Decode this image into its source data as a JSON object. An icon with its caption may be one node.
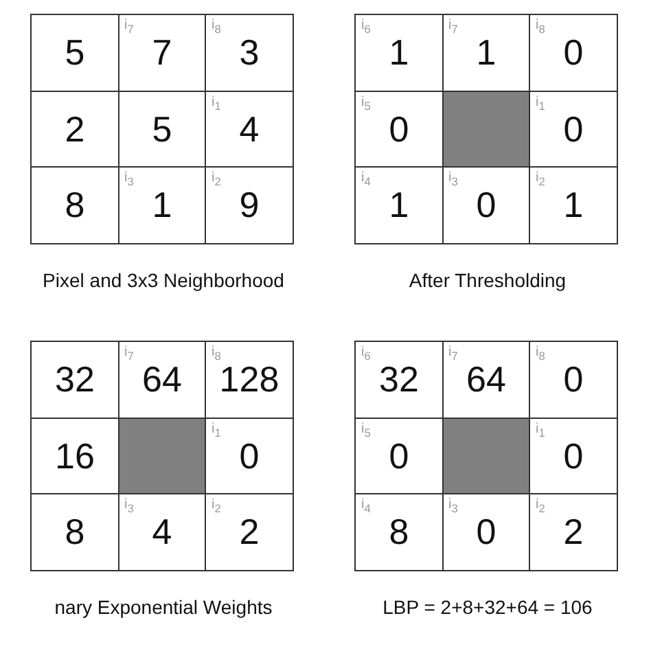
{
  "diagram": {
    "nodes": [
      {
        "text": [
          "5"
        ]
      },
      {
        "text": [
          "i$_{7}$",
          "7"
        ]
      },
      {
        "text": [
          "i$_{8}$",
          "3"
        ]
      },
      {
        "text": [
          "2"
        ]
      },
      {
        "text": [
          "5"
        ]
      },
      {
        "text": [
          "i$_{1}$",
          "4"
        ]
      },
      {
        "text": [
          "8"
        ]
      },
      {
        "text": [
          "i$_{3}$",
          "1"
        ]
      },
      {
        "text": [
          "i$_{2}$",
          "9"
        ]
      },
      {
        "text": [
          "i$_{6}$",
          "1"
        ]
      },
      {
        "text": [
          "i$_{7}$",
          "1"
        ]
      },
      {
        "text": [
          "i$_{8}$",
          "0"
        ]
      },
      {
        "text": [
          "i$_{5}$",
          "0"
        ]
      },
      {
        "text": [],
        "shape": "box"
      },
      {
        "text": [
          "i$_{1}$",
          "0"
        ]
      },
      {
        "text": [
          "i$_{4}$",
          "1"
        ]
      },
      {
        "text": [
          "i$_{3}$",
          "0"
        ]
      },
      {
        "text": [
          "i$_{2}$",
          "1"
        ]
      },
      {
        "text": [
          "32"
        ]
      },
      {
        "text": [
          "i$_{7}$",
          "64"
        ]
      },
      {
        "text": [
          "i$_{8}$",
          "128"
        ]
      },
      {
        "text": [
          "16"
        ]
      },
      {
        "text": [],
        "shape": "box"
      },
      {
        "text": [
          "i$_{1}$",
          "0"
        ]
      },
      {
        "text": [
          "8"
        ]
      },
      {
        "text": [
          "i$_{3}$",
          "4"
        ]
      },
      {
        "text": [
          "i$_{2}$",
          "2"
        ]
      },
      {
        "text": [
          "i$_{6}$",
          "32"
        ]
      },
      {
        "text": [
          "i$_{7}$",
          "64"
        ]
      },
      {
        "text": [
          "i$_{8}$",
          "0"
        ]
      },
      {
        "text": [
          "i$_{5}$",
          "0"
        ]
      },
      {
        "text": [],
        "shape": "box"
      },
      {
        "text": [
          "i$_{1}$",
          "0"
        ]
      },
      {
        "text": [
          "i$_{4}$",
          "8"
        ]
      },
      {
        "text": [
          "i$_{3}$",
          "0"
        ]
      },
      {
        "text": [
          "i$_{2}$",
          "2"
        ]
      }
    ],
    "labels": [
      "Pixel and 3x3 Neighborhood",
      "After Thresholding",
      "nary Exponential Weights",
      "LBP = 2+8+32+64 = 106"
    ]
  }
}
